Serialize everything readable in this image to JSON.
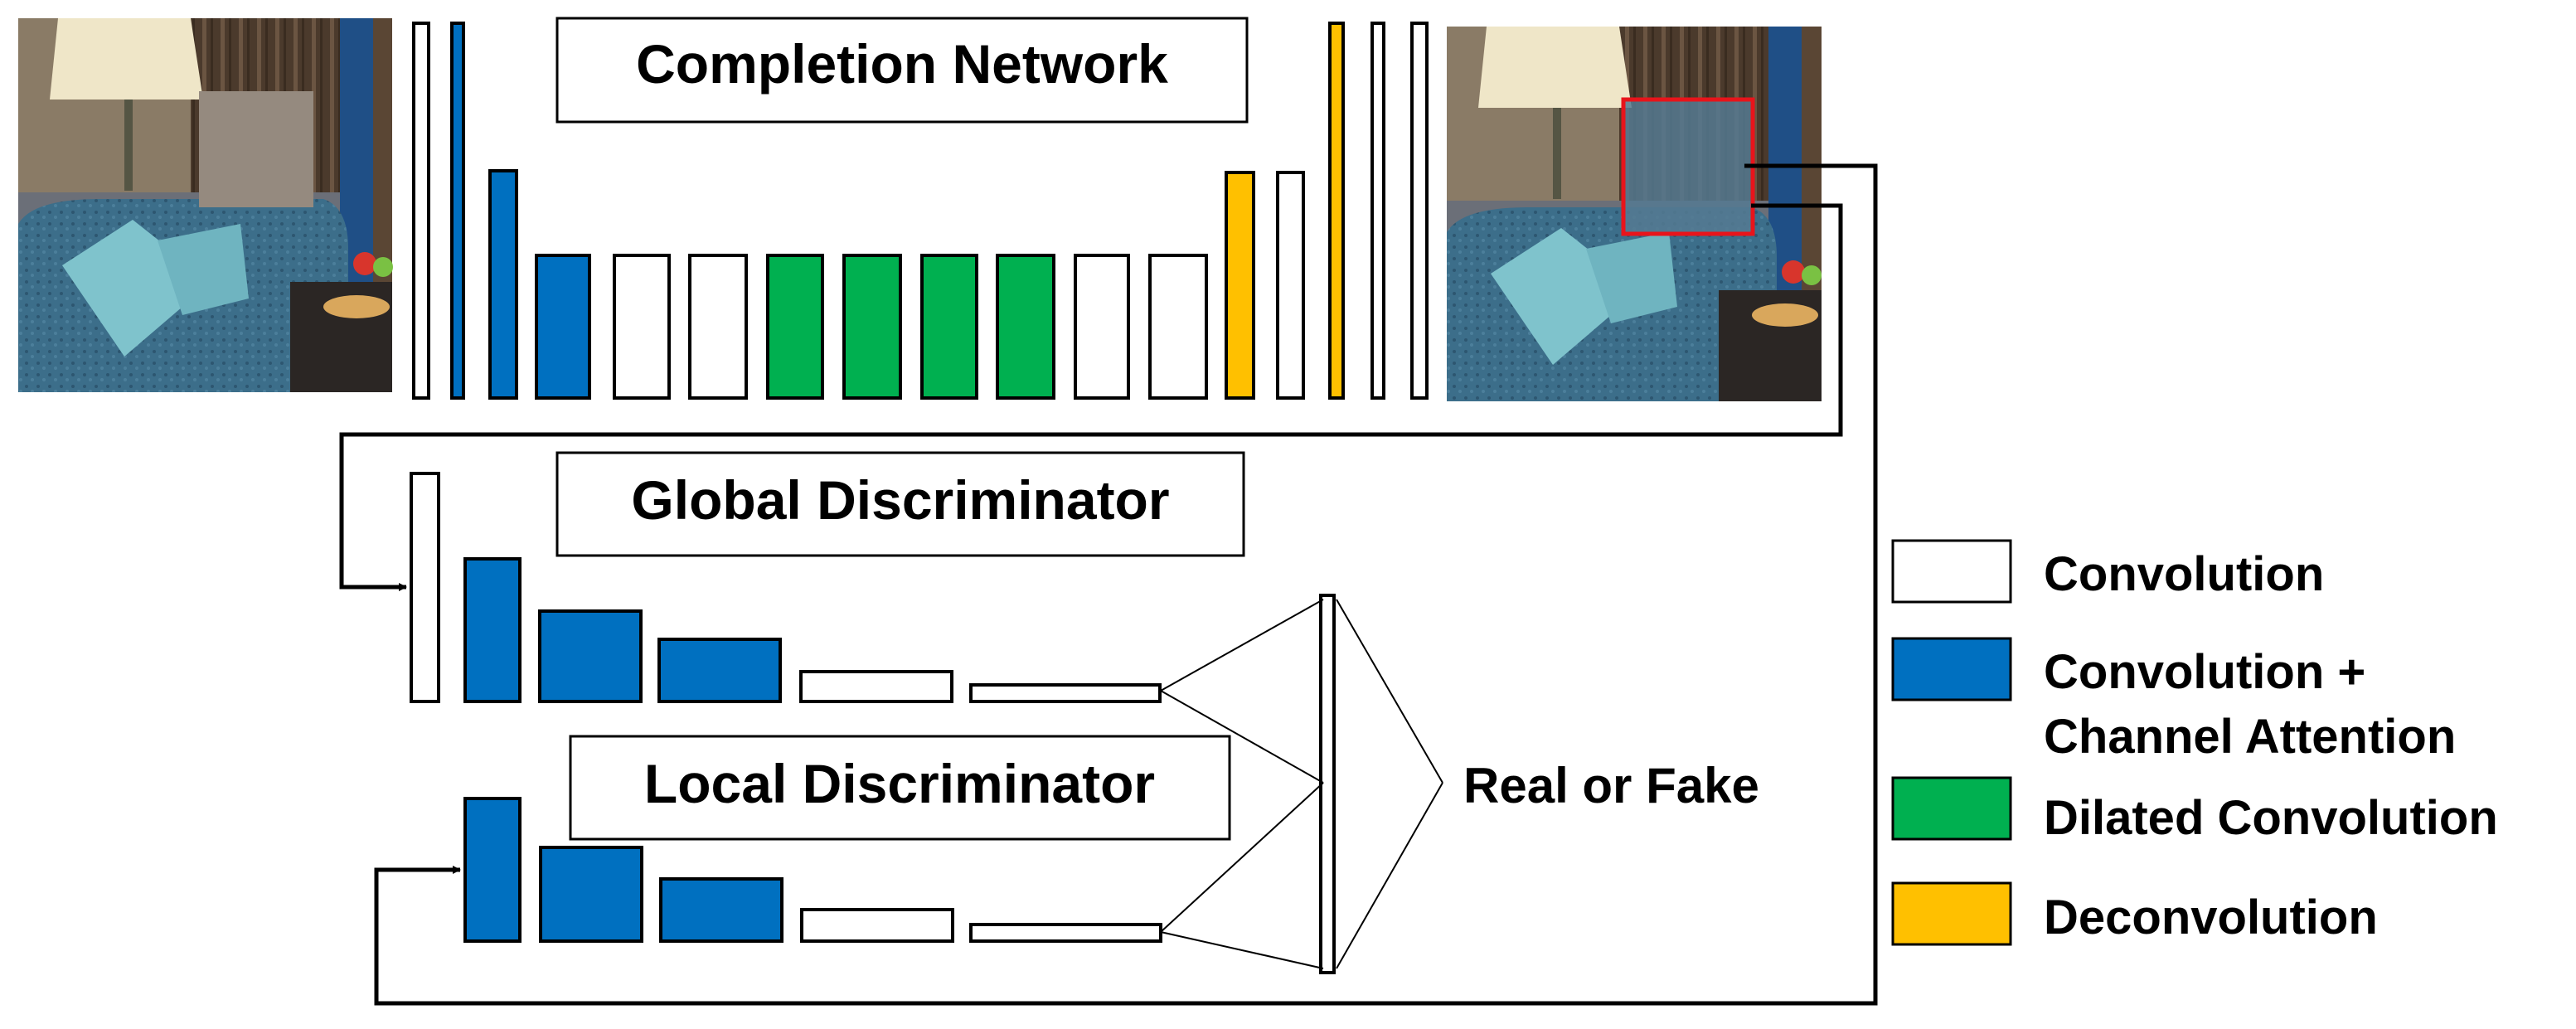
{
  "titles": {
    "completion": "Completion Network",
    "global": "Global Discriminator",
    "local": "Local Discriminator"
  },
  "output_label": "Real or Fake",
  "legend": [
    {
      "key": "conv",
      "label": "Convolution",
      "color": "#ffffff"
    },
    {
      "key": "conv_ca",
      "label": "Convolution +",
      "label2": "Channel Attention",
      "color": "#0070c0"
    },
    {
      "key": "dilated",
      "label": "Dilated Convolution",
      "color": "#00b050"
    },
    {
      "key": "deconv",
      "label": "Deconvolution",
      "color": "#ffc000"
    }
  ],
  "colors": {
    "conv": "#ffffff",
    "conv_ca": "#0070c0",
    "dilated": "#00b050",
    "deconv": "#ffc000",
    "stroke": "#000000",
    "highlight": "#e8141b"
  },
  "completion_layers": [
    "conv",
    "conv_ca",
    "conv_ca",
    "conv_ca",
    "conv",
    "conv",
    "dilated",
    "dilated",
    "dilated",
    "dilated",
    "conv",
    "conv",
    "deconv",
    "conv",
    "deconv",
    "conv",
    "conv"
  ],
  "global_layers": [
    "conv",
    "conv_ca",
    "conv_ca",
    "conv_ca",
    "conv",
    "conv"
  ],
  "local_layers": [
    "conv_ca",
    "conv_ca",
    "conv_ca",
    "conv",
    "conv"
  ],
  "images": {
    "input": "masked input photo (grey hole)",
    "output": "completed output photo (red box)"
  }
}
